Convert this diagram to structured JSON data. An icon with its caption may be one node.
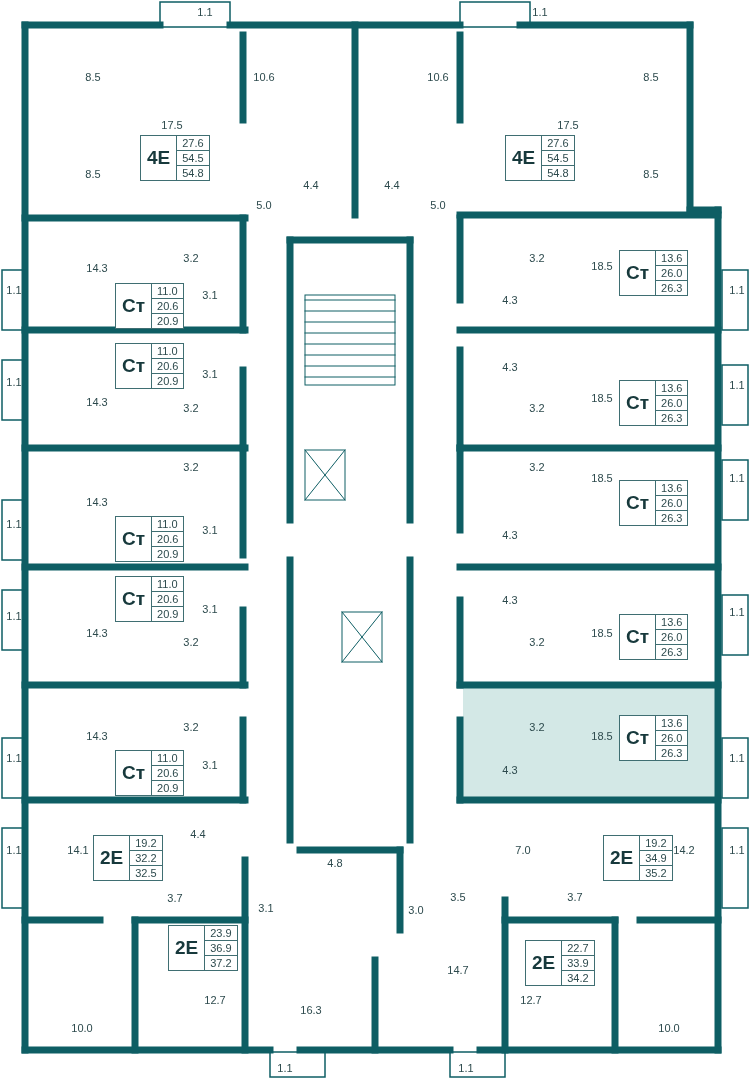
{
  "diagram": {
    "nodes": [
      {
        "text": [
          "4E",
          "27.6",
          "54.5",
          "54.8"
        ]
      },
      {
        "text": [
          "4E",
          "27.6",
          "54.5",
          "54.8"
        ]
      },
      {
        "text": [
          "Ст",
          "11.0",
          "20.6",
          "20.9"
        ]
      },
      {
        "text": [
          "Ст",
          "13.6",
          "26.0",
          "26.3"
        ]
      },
      {
        "text": [
          "Ст",
          "11.0",
          "20.6",
          "20.9"
        ]
      },
      {
        "text": [
          "Ст",
          "13.6",
          "26.0",
          "26.3"
        ]
      },
      {
        "text": [
          "Ст",
          "11.0",
          "20.6",
          "20.9"
        ]
      },
      {
        "text": [
          "Ст",
          "13.6",
          "26.0",
          "26.3"
        ]
      },
      {
        "text": [
          "Ст",
          "11.0",
          "20.6",
          "20.9"
        ]
      },
      {
        "text": [
          "Ст",
          "13.6",
          "26.0",
          "26.3"
        ]
      },
      {
        "text": [
          "Ст",
          "11.0",
          "20.6",
          "20.9"
        ]
      },
      {
        "text": [
          "Ст",
          "13.6",
          "26.0",
          "26.3"
        ]
      },
      {
        "text": [
          "2E",
          "19.2",
          "32.2",
          "32.5"
        ]
      },
      {
        "text": [
          "2E",
          "19.2",
          "34.9",
          "35.2"
        ]
      },
      {
        "text": [
          "2E",
          "23.9",
          "36.9",
          "37.2"
        ]
      },
      {
        "text": [
          "2E",
          "22.7",
          "33.9",
          "34.2"
        ]
      }
    ],
    "labels": [
      "1.1",
      "1.1",
      "8.5",
      "10.6",
      "10.6",
      "8.5",
      "17.5",
      "17.5",
      "8.5",
      "8.5",
      "4.4",
      "4.4",
      "5.0",
      "5.0",
      "14.3",
      "3.2",
      "18.5",
      "3.2",
      "1.1",
      "1.1",
      "3.1",
      "4.3",
      "3.1",
      "4.3",
      "1.1",
      "14.3",
      "3.2",
      "18.5",
      "3.2",
      "1.1",
      "3.2",
      "3.2",
      "18.5",
      "14.3",
      "1.1",
      "1.1",
      "3.1",
      "4.3",
      "4.3",
      "3.1",
      "1.1",
      "14.3",
      "3.2",
      "18.5",
      "3.2",
      "1.1",
      "3.2",
      "3.2",
      "14.3",
      "18.5",
      "1.1",
      "1.1",
      "3.1",
      "4.3",
      "4.4",
      "1.1",
      "14.1",
      "7.0",
      "14.2",
      "1.1",
      "4.8",
      "3.7",
      "3.5",
      "3.7",
      "3.1",
      "3.0",
      "14.7",
      "12.7",
      "12.7",
      "16.3",
      "10.0",
      "10.0",
      "1.1",
      "1.1"
    ]
  }
}
